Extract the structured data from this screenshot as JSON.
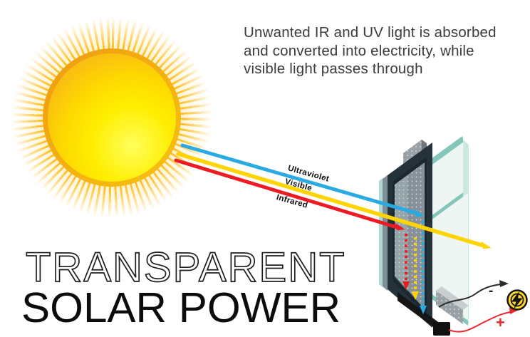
{
  "header": {
    "description_lines": [
      "Unwanted IR and UV light is absorbed",
      "and converted into electricity, while",
      "visible light passes through"
    ]
  },
  "title": {
    "line1": "TRANSPARENT",
    "line2": "SOLAR POWER"
  },
  "rays": {
    "ultraviolet": {
      "label": "Ultraviolet",
      "color": "#29ABE2"
    },
    "visible": {
      "label": "Visible",
      "color": "#FFD400"
    },
    "infrared": {
      "label": "Infrared",
      "color": "#ED1C24"
    }
  },
  "electrical": {
    "negative_label": "-",
    "positive_label": "+",
    "wire_negative_color": "#2B2B2B",
    "wire_positive_color": "#E8262D",
    "symbol": "lightning-bolt",
    "symbol_fill": "#FFD92E"
  },
  "panel": {
    "frame_color": "#26323A",
    "absorber_color": "#8C959B",
    "glass_edge_color": "#84C6B9",
    "glass_face_color": "#EDF6F3"
  },
  "sun": {
    "core_top": "#F5A41F",
    "core_bottom": "#FFF100",
    "glow": "#FFC20E"
  }
}
